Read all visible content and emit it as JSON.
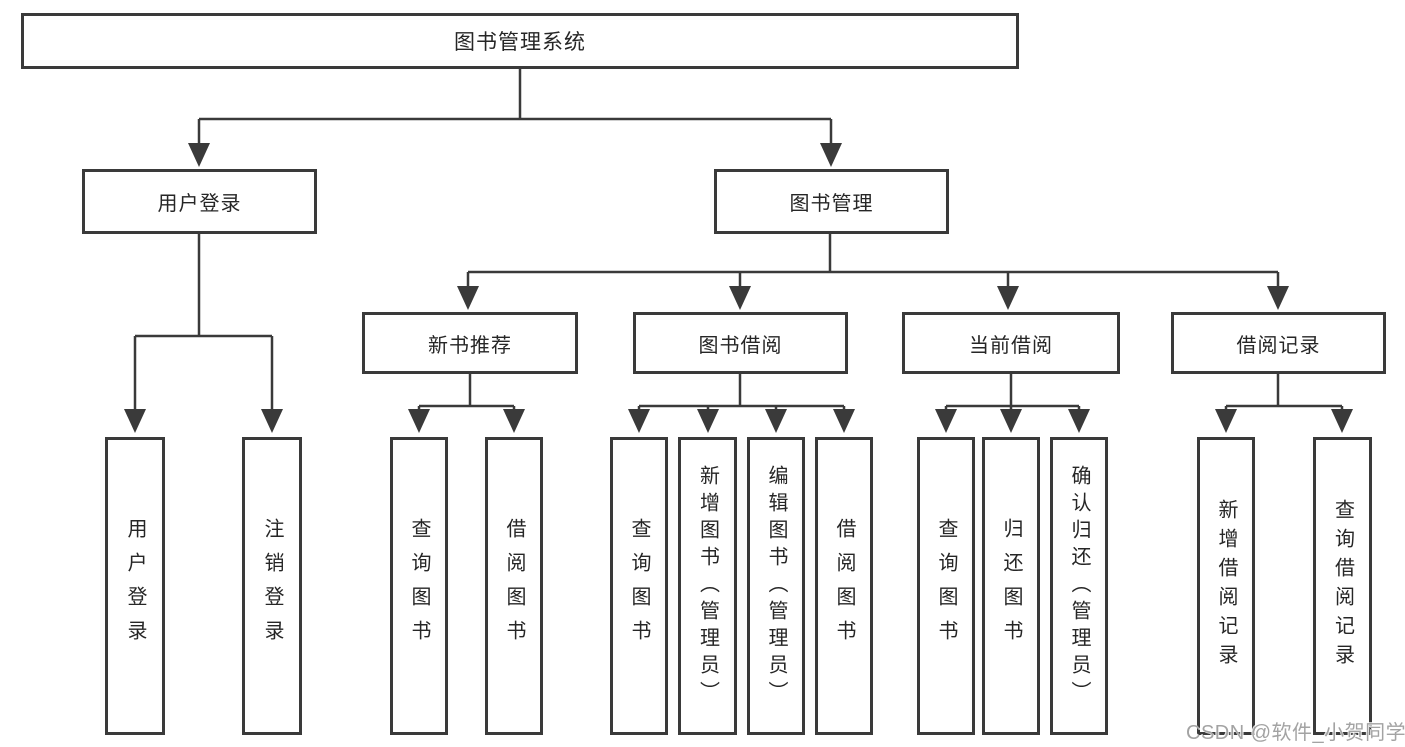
{
  "tree": {
    "label": "图书管理系统",
    "children": [
      {
        "label": "用户登录",
        "children": [
          {
            "label": "用户登录"
          },
          {
            "label": "注销登录"
          }
        ]
      },
      {
        "label": "图书管理",
        "children": [
          {
            "label": "新书推荐",
            "children": [
              {
                "label": "查询图书"
              },
              {
                "label": "借阅图书"
              }
            ]
          },
          {
            "label": "图书借阅",
            "children": [
              {
                "label": "查询图书"
              },
              {
                "label": "新增图书（管理员）"
              },
              {
                "label": "编辑图书（管理员）"
              },
              {
                "label": "借阅图书"
              }
            ]
          },
          {
            "label": "当前借阅",
            "children": [
              {
                "label": "查询图书"
              },
              {
                "label": "归还图书"
              },
              {
                "label": "确认归还（管理员）"
              }
            ]
          },
          {
            "label": "借阅记录",
            "children": [
              {
                "label": "新增借阅记录"
              },
              {
                "label": "查询借阅记录"
              }
            ]
          }
        ]
      }
    ]
  },
  "watermark": {
    "text": "CSDN @软件_小贺同学"
  },
  "colors": {
    "line": "#3a3a3a",
    "box_border": "#3a3a3a",
    "text": "#262626",
    "watermark": "#a3a3a3",
    "background": "#ffffff"
  }
}
